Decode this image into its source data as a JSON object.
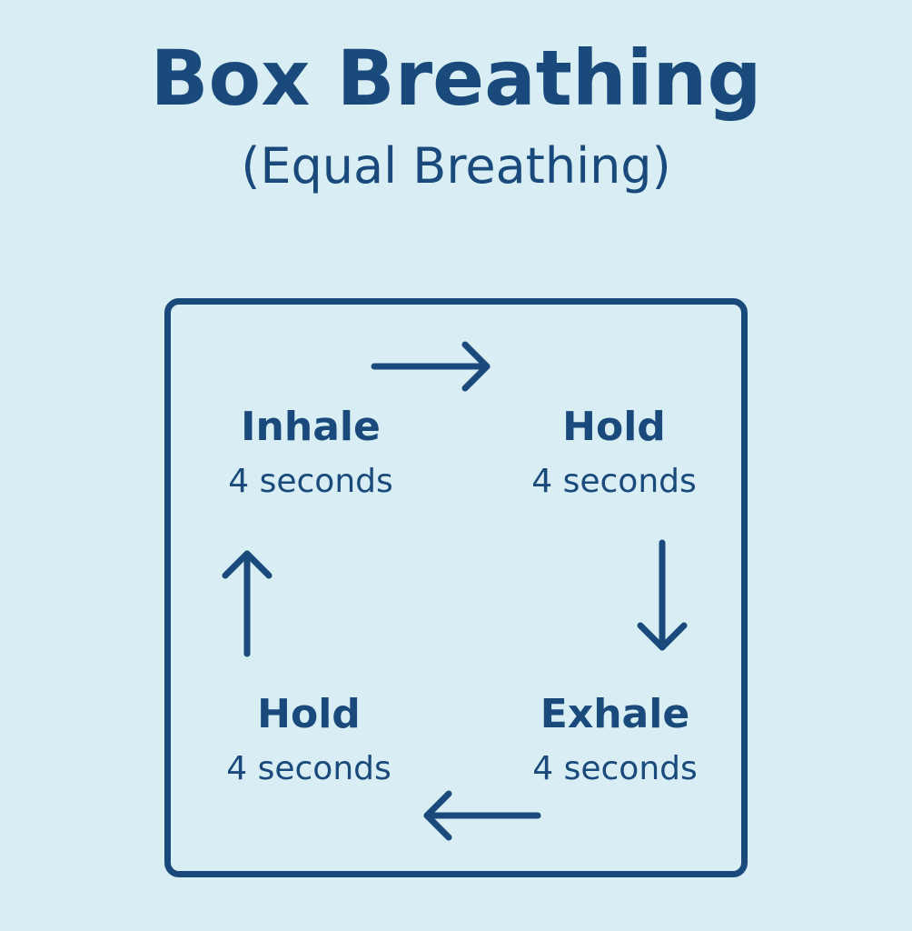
{
  "header": {
    "title": "Box Breathing",
    "subtitle": "(Equal Breathing)"
  },
  "diagram": {
    "steps": [
      {
        "name": "Inhale",
        "duration": "4 seconds"
      },
      {
        "name": "Hold",
        "duration": "4 seconds"
      },
      {
        "name": "Exhale",
        "duration": "4 seconds"
      },
      {
        "name": "Hold",
        "duration": "4 seconds"
      }
    ],
    "arrows": [
      "arrow-right-icon",
      "arrow-down-icon",
      "arrow-left-icon",
      "arrow-up-icon"
    ]
  },
  "colors": {
    "background": "#d8eef4",
    "primary": "#1a4a7c"
  }
}
